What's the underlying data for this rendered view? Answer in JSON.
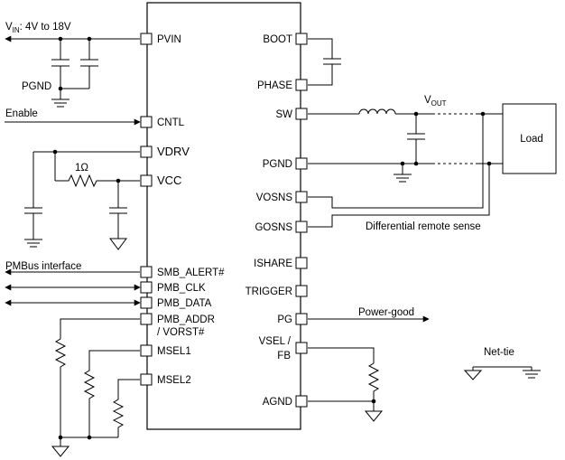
{
  "vin_label": {
    "main": "V",
    "sub": "IN",
    "rest": ": 4V to 18V"
  },
  "pgnd_left": "PGND",
  "enable": "Enable",
  "res_1ohm": "1Ω",
  "pmbus": "PMBus interface",
  "left_pins": [
    "PVIN",
    "CNTL",
    "VDRV",
    "VCC",
    "SMB_ALERT#",
    "PMB_CLK",
    "PMB_DATA",
    "PMB_ADDR",
    "/ VORST#",
    "MSEL1",
    "MSEL2"
  ],
  "right_pins": [
    "BOOT",
    "PHASE",
    "SW",
    "PGND",
    "VOSNS",
    "GOSNS",
    "ISHARE",
    "TRIGGER",
    "PG",
    "VSEL /",
    "FB",
    "AGND"
  ],
  "vout_label": {
    "main": "V",
    "sub": "OUT"
  },
  "load": "Load",
  "diff_sense": "Differential remote sense",
  "power_good": "Power-good",
  "net_tie": "Net-tie"
}
